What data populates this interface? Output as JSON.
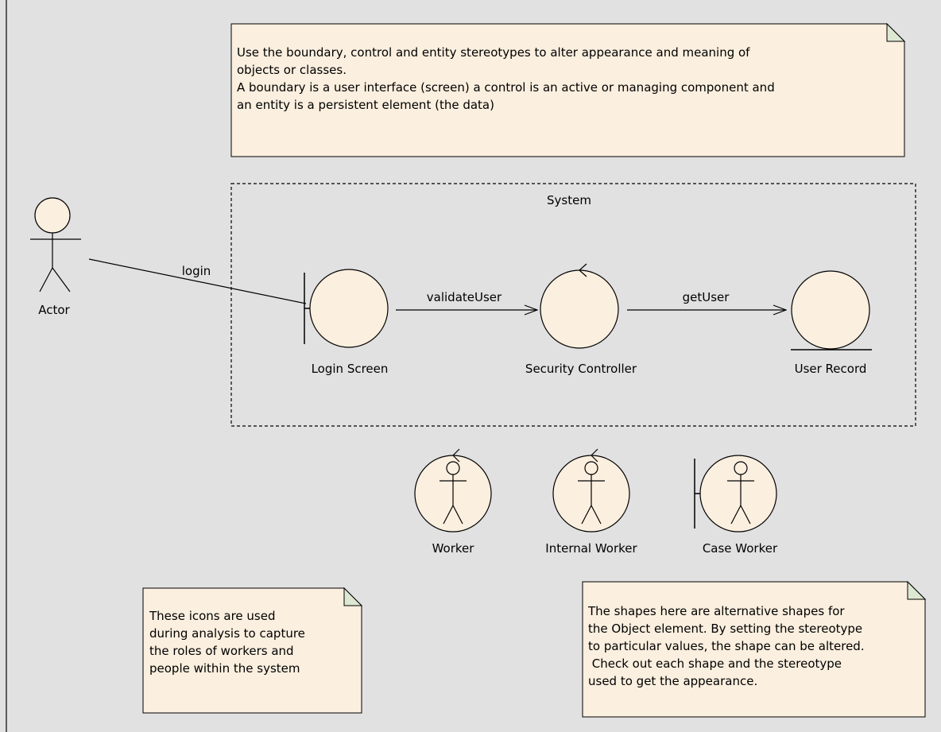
{
  "colors": {
    "background": "#e1e1e1",
    "element_fill": "#fbefdf",
    "note_fill": "#fbefdf",
    "note_fold": "#dde8d2",
    "stroke": "#000000"
  },
  "notes": {
    "top": {
      "lines": [
        "Use the boundary, control and entity stereotypes to alter appearance and meaning of",
        "objects or classes.",
        "A boundary is a user interface (screen) a control is an active or managing component and",
        "an entity is a persistent element (the data)"
      ]
    },
    "bottom_left": {
      "lines": [
        "These icons are used",
        "during analysis to capture",
        "the roles of workers and",
        "people within the system"
      ]
    },
    "bottom_right": {
      "lines": [
        "The shapes here are alternative shapes for",
        "the Object element. By setting the stereotype",
        "to particular values, the shape can be altered.",
        " Check out each shape and the stereotype",
        "used to get the appearance."
      ]
    }
  },
  "system": {
    "label": "System"
  },
  "actor": {
    "label": "Actor",
    "icon": "stick-figure-icon"
  },
  "elements": {
    "login_screen": {
      "label": "Login Screen",
      "stereotype": "boundary"
    },
    "security_controller": {
      "label": "Security Controller",
      "stereotype": "control"
    },
    "user_record": {
      "label": "User Record",
      "stereotype": "entity"
    }
  },
  "messages": {
    "login": "login",
    "validate_user": "validateUser",
    "get_user": "getUser"
  },
  "workers": {
    "worker": {
      "label": "Worker",
      "icon": "worker-icon"
    },
    "internal_worker": {
      "label": "Internal Worker",
      "icon": "internal-worker-icon"
    },
    "case_worker": {
      "label": "Case Worker",
      "icon": "case-worker-icon"
    }
  }
}
